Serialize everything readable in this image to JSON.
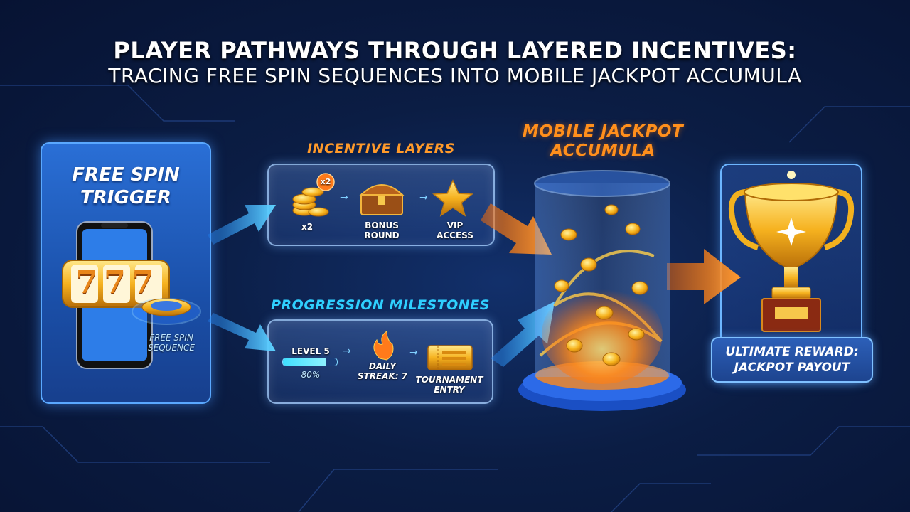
{
  "header": {
    "title": "PLAYER PATHWAYS THROUGH LAYERED INCENTIVES:",
    "subtitle": "TRACING FREE SPIN SEQUENCES INTO MOBILE JACKPOT ACCUMULA"
  },
  "trigger": {
    "title": "FREE SPIN TRIGGER",
    "reels": "777",
    "sequence_label": "FREE SPIN SEQUENCE"
  },
  "incentive_layers": {
    "label": "INCENTIVE LAYERS",
    "multiplier_badge": "x2",
    "items": [
      {
        "label": "x2",
        "icon": "coin-stack-icon"
      },
      {
        "label": "BONUS ROUND",
        "icon": "treasure-chest-icon"
      },
      {
        "label": "VIP ACCESS",
        "icon": "star-icon"
      }
    ]
  },
  "progression": {
    "label": "PROGRESSION MILESTONES",
    "level_label": "LEVEL 5",
    "progress_percent": 80,
    "progress_text": "80%",
    "streak_label": "DAILY STREAK: 7",
    "tournament_label": "TOURNAMENT ENTRY"
  },
  "jackpot": {
    "label": "MOBILE JACKPOT ACCUMULA"
  },
  "reward": {
    "label": "ULTIMATE REWARD: JACKPOT PAYOUT",
    "icon": "trophy-icon"
  },
  "colors": {
    "incentive_accent": "#ff9a2a",
    "progress_accent": "#2fd0ff",
    "jackpot_accent": "#ff8f1c",
    "arrow_blue": "#36b6ff",
    "arrow_orange": "#ff7a1a"
  }
}
